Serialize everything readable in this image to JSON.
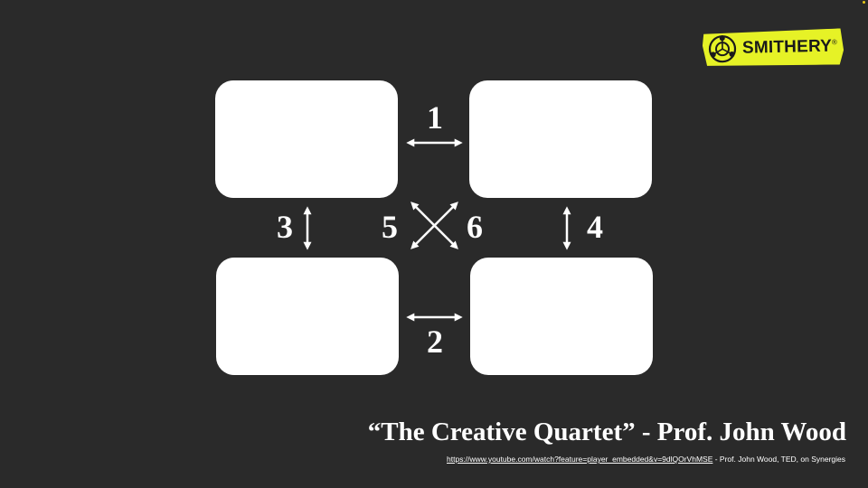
{
  "diagram": {
    "labels": [
      "1",
      "2",
      "3",
      "4",
      "5",
      "6"
    ]
  },
  "logo": {
    "text": "SMITHERY",
    "registered": "®"
  },
  "title": "“The Creative Quartet” - Prof. John Wood",
  "source": {
    "url": "https://www.youtube.com/watch?feature=player_embedded&v=9dlQOrVhMSE",
    "attribution": " - Prof. John Wood, TED, on Synergies"
  },
  "colors": {
    "background": "#2a2a2a",
    "box": "#ffffff",
    "logo_highlight": "#e6f226"
  }
}
